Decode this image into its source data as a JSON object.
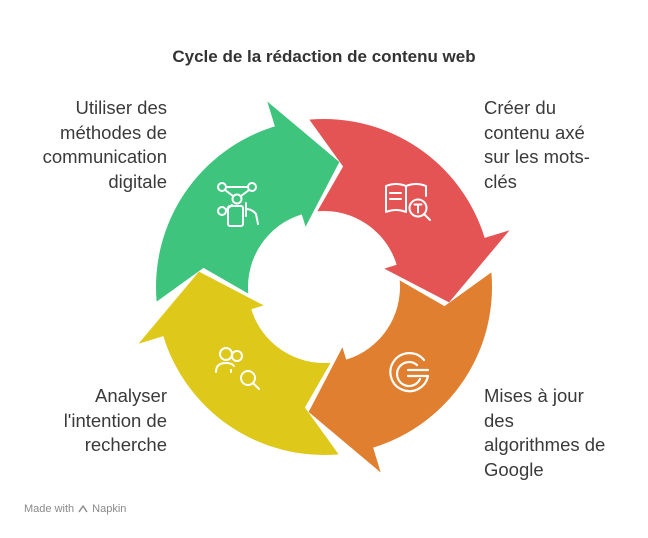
{
  "title": "Cycle de la rédaction de contenu web",
  "steps": [
    {
      "label": "Créer du\ncontenu axé\nsur les mots-\nclés",
      "icon": "book-search-icon",
      "color": "#E55454"
    },
    {
      "label": "Mises à jour\ndes\nalgorithmes de\nGoogle",
      "icon": "google-icon",
      "color": "#E07F2F"
    },
    {
      "label": "Analyser\nl'intention de\nrecherche",
      "icon": "user-search-icon",
      "color": "#DEC81A"
    },
    {
      "label": "Utiliser des\nméthodes de\ncommunication\ndigitale",
      "icon": "network-touch-icon",
      "color": "#3FC47E"
    }
  ],
  "footer": {
    "made_with": "Made with",
    "brand": "Napkin"
  }
}
